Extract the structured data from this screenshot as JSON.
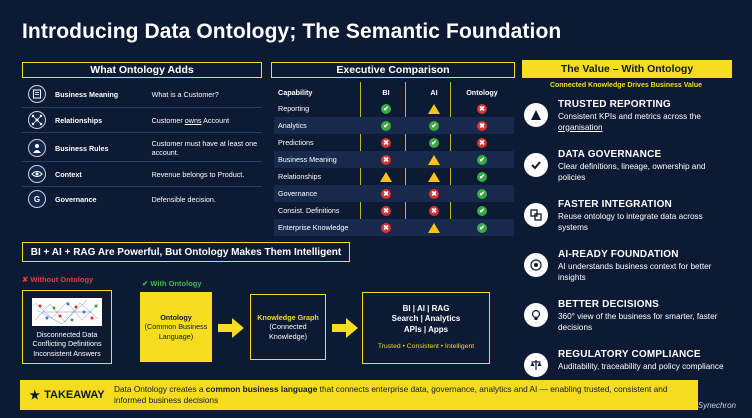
{
  "title": "Introducing Data Ontology; The Semantic Foundation",
  "adds": {
    "heading": "What Ontology Adds",
    "items": [
      {
        "label": "Business Meaning",
        "desc": "What is a Customer?",
        "icon": "book-icon"
      },
      {
        "label": "Relationships",
        "desc_pre": "Customer ",
        "desc_u": "owns",
        "desc_post": " Account",
        "icon": "network-icon"
      },
      {
        "label": "Business Rules",
        "desc": "Customer must have at least one account.",
        "icon": "user-icon"
      },
      {
        "label": "Context",
        "desc": "Revenue belongs to Product.",
        "icon": "eye-icon"
      },
      {
        "label": "Governance",
        "desc": "Defensible decision.",
        "icon": "G"
      }
    ]
  },
  "comparison": {
    "heading": "Executive Comparison",
    "columns": [
      "Capability",
      "BI",
      "AI",
      "Ontology"
    ],
    "rows": [
      {
        "cap": "Reporting",
        "bi": "ok",
        "ai": "warn",
        "ont": "no"
      },
      {
        "cap": "Analytics",
        "bi": "ok",
        "ai": "ok",
        "ont": "no"
      },
      {
        "cap": "Predictions",
        "bi": "no",
        "ai": "ok",
        "ont": "no"
      },
      {
        "cap": "Business Meaning",
        "bi": "no",
        "ai": "warn",
        "ont": "ok"
      },
      {
        "cap": "Relationships",
        "bi": "warn",
        "ai": "warn",
        "ont": "ok"
      },
      {
        "cap": "Governance",
        "bi": "no",
        "ai": "no",
        "ont": "ok"
      },
      {
        "cap": "Consist. Definitions",
        "bi": "no",
        "ai": "no",
        "ont": "ok"
      },
      {
        "cap": "Enterprise Knowledge",
        "bi": "no",
        "ai": "warn",
        "ont": "ok"
      }
    ]
  },
  "value": {
    "heading": "The Value – With Ontology",
    "subheading": "Connected Knowledge Drives Business Value",
    "items": [
      {
        "title": "TRUSTED REPORTING",
        "desc": "Consistent KPIs and metrics across the",
        "desc_u": "organisation",
        "icon": "triangle-icon"
      },
      {
        "title": "DATA GOVERNANCE",
        "desc": "Clear definitions, lineage, ownership and policies",
        "icon": "check-icon"
      },
      {
        "title": "FASTER INTEGRATION",
        "desc": "Reuse ontology to integrate data across systems",
        "icon": "integration-icon"
      },
      {
        "title": "AI-READY FOUNDATION",
        "desc": "AI understands business context for better insights",
        "icon": "target-icon"
      },
      {
        "title": "BETTER DECISIONS",
        "desc": "360° view of the business for smarter, faster decisions",
        "icon": "lightbulb-icon"
      },
      {
        "title": "REGULATORY COMPLIANCE",
        "desc": "Auditability, traceability and policy compliance",
        "icon": "scales-icon"
      }
    ]
  },
  "flow": {
    "banner": "BI + AI + RAG Are Powerful, But Ontology Makes Them Intelligent",
    "without_label": "✘ Without Ontology",
    "with_label": "✔ With Ontology",
    "without_box": [
      "Disconnected Data",
      "Conflicting Definitions",
      "Inconsistent Answers"
    ],
    "ontology_box": {
      "title": "Ontology",
      "sub": "(Common Business Language)"
    },
    "graph_box": {
      "title": "Knowledge Graph",
      "sub": "(Connected Knowledge)"
    },
    "outcome_box": {
      "line1": "BI | AI | RAG",
      "line2": "Search | Analytics",
      "line3": "APIs | Apps",
      "footer": "Trusted • Consistent • Intelligent"
    }
  },
  "takeaway": {
    "label": "TAKEAWAY",
    "text_pre": "Data Ontology creates a ",
    "text_bold": "common business language",
    "text_post": " that connects enterprise data, governance, analytics and AI — enabling trusted, consistent and informed business decisions"
  },
  "brand": "Synechron",
  "colors": {
    "accent": "#f5dc1e",
    "background": "#0c1a33",
    "ok": "#3aa845",
    "no": "#d93232",
    "warn": "#f5c21e"
  }
}
